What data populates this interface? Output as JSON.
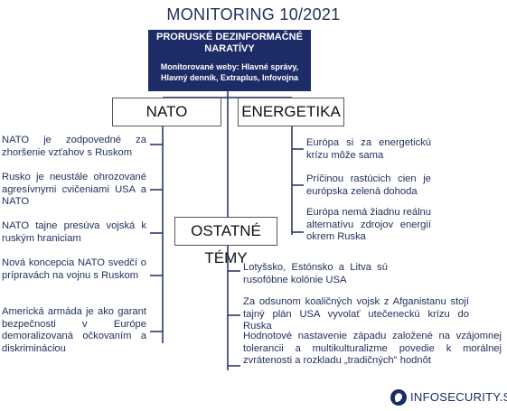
{
  "title": "MONITORING 10/2021",
  "root": {
    "title": "PRORUSKÉ DEZINFORMAČNÉ NARATÍVY",
    "subtitle": "Monitorované weby: Hlavné správy, Hlavný denník, Extraplus, Infovojna"
  },
  "categories": {
    "nato": {
      "label": "NATO",
      "items": [
        "NATO je zodpovedné za zhoršenie vzťahov s Ruskom",
        "Rusko je neustále ohrozované agresívnymi cvičeniami USA a NATO",
        "NATO tajne presúva vojská k ruským hraniciam",
        "Nová koncepcia NATO svedčí o prípravách na vojnu s Ruskom",
        "Americká armáda je ako garant bezpečnosti v Európe demoralizovaná očkovaním a diskrimináciou"
      ]
    },
    "energetika": {
      "label": "ENERGETIKA",
      "items": [
        "Európa si za energetickú krízu môže sama",
        "Príčinou rastúcich cien je európska zelená dohoda",
        "Európa nemá žiadnu reálnu alternatívu zdrojov energií okrem Ruska"
      ]
    },
    "ostatne": {
      "label": "OSTATNÉ TÉMY",
      "items": [
        "Lotyšsko, Estónsko a Litva sú rusofóbne kolónie USA",
        "Za odsunom koaličných vojsk z Afganistanu stojí tajný plán USA vyvolať utečeneckú krízu do Ruska",
        "Hodnotové nastavenie západu založené na vzájomnej tolerancii a multikulturalizme povedie k morálnej zvrátenosti a rozkladu „tradičných\" hodnôt"
      ]
    }
  },
  "logo": {
    "text": "INFOSECURITY.SK",
    "icon": "head-silhouette-icon"
  },
  "colors": {
    "navy": "#1d2b66",
    "text": "#1f2d5c",
    "line": "#1d2b66"
  }
}
